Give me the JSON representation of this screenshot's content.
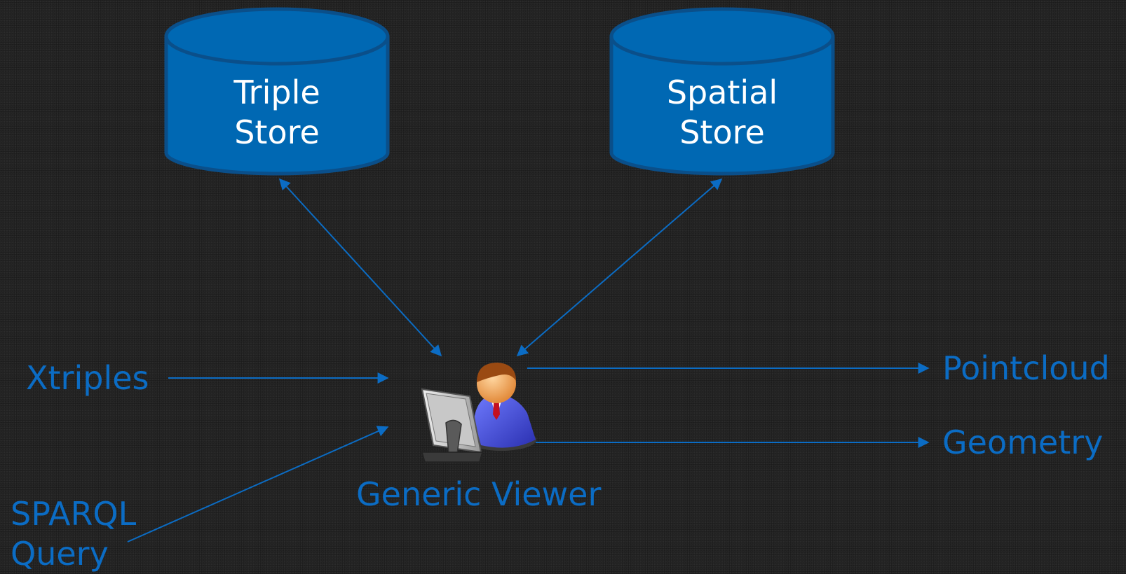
{
  "colors": {
    "background": "#252525",
    "accent": "#0b6cc4",
    "db_fill": "#0068b3",
    "db_stroke": "#0a4f8a",
    "db_text": "#ffffff"
  },
  "stores": {
    "triple": {
      "line1": "Triple",
      "line2": "Store"
    },
    "spatial": {
      "line1": "Spatial",
      "line2": "Store"
    }
  },
  "viewer": {
    "label": "Generic Viewer",
    "icon": "user-at-computer-icon"
  },
  "inputs": {
    "xtriples": "Xtriples",
    "sparql_line1": "SPARQL",
    "sparql_line2": "Query"
  },
  "outputs": {
    "pointcloud": "Pointcloud",
    "geometry": "Geometry"
  }
}
